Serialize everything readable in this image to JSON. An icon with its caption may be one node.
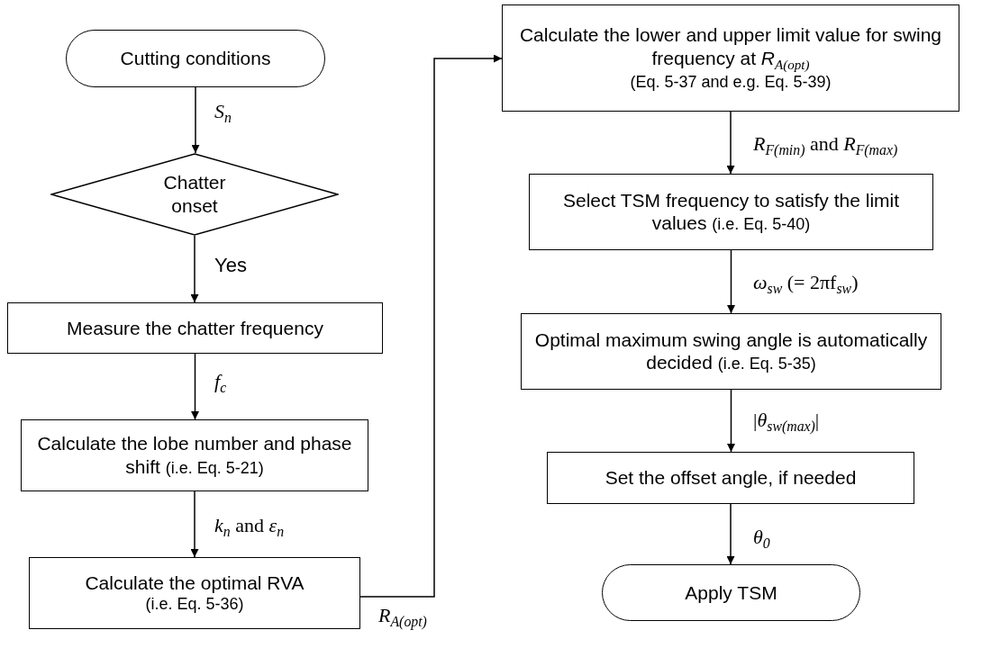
{
  "diagram": {
    "nodes": [
      {
        "text": [
          "Cutting conditions"
        ]
      },
      {
        "text": [
          "Chatter onset"
        ]
      },
      {
        "text": [
          "Measure the chatter frequency"
        ]
      },
      {
        "text": [
          "Calculate the lobe number and phase shift",
          "(i.e. Eq. 5-21)"
        ]
      },
      {
        "text": [
          "Calculate the optimal RVA",
          "(i.e. Eq. 5-36)"
        ]
      },
      {
        "text": [
          "Calculate the lower and upper limit value for swing frequency at *R*$_{A(opt)}$",
          "(Eq. 5-37 and e.g. Eq. 5-39)"
        ]
      },
      {
        "text": [
          "Select TSM frequency to satisfy the limit values",
          "(i.e. Eq. 5-40)"
        ]
      },
      {
        "text": [
          "Optimal maximum swing angle is automatically decided",
          "(i.e. Eq. 5-35)"
        ]
      },
      {
        "text": [
          "Set the offset angle, if needed"
        ]
      },
      {
        "text": [
          "Apply TSM"
        ]
      }
    ],
    "edges": [
      {
        "from": 0,
        "to": 1,
        "arrow": "to",
        "label": "*S*$_{n}$"
      },
      {
        "from": 1,
        "to": 2,
        "arrow": "to",
        "label": "Yes"
      },
      {
        "from": 2,
        "to": 3,
        "arrow": "to",
        "label": "*f*$_{c}$"
      },
      {
        "from": 3,
        "to": 4,
        "arrow": "to",
        "label": "*k*$_{n}$ and *ε*$_{n}$"
      },
      {
        "from": 4,
        "to": 5,
        "arrow": "to",
        "label": "*R*$_{A(opt)}$"
      },
      {
        "from": 5,
        "to": 6,
        "arrow": "to",
        "label": "*R*$_{F(min)}$ and *R*$_{F(max)}$"
      },
      {
        "from": 6,
        "to": 7,
        "arrow": "to",
        "label": "*ω*$_{sw}$ (= 2πf$_{sw}$)"
      },
      {
        "from": 7,
        "to": 8,
        "arrow": "to",
        "label": "|*θ*$_{sw(max)}$|"
      },
      {
        "from": 8,
        "to": 9,
        "arrow": "to",
        "label": "*θ*$_{0}$"
      }
    ]
  }
}
